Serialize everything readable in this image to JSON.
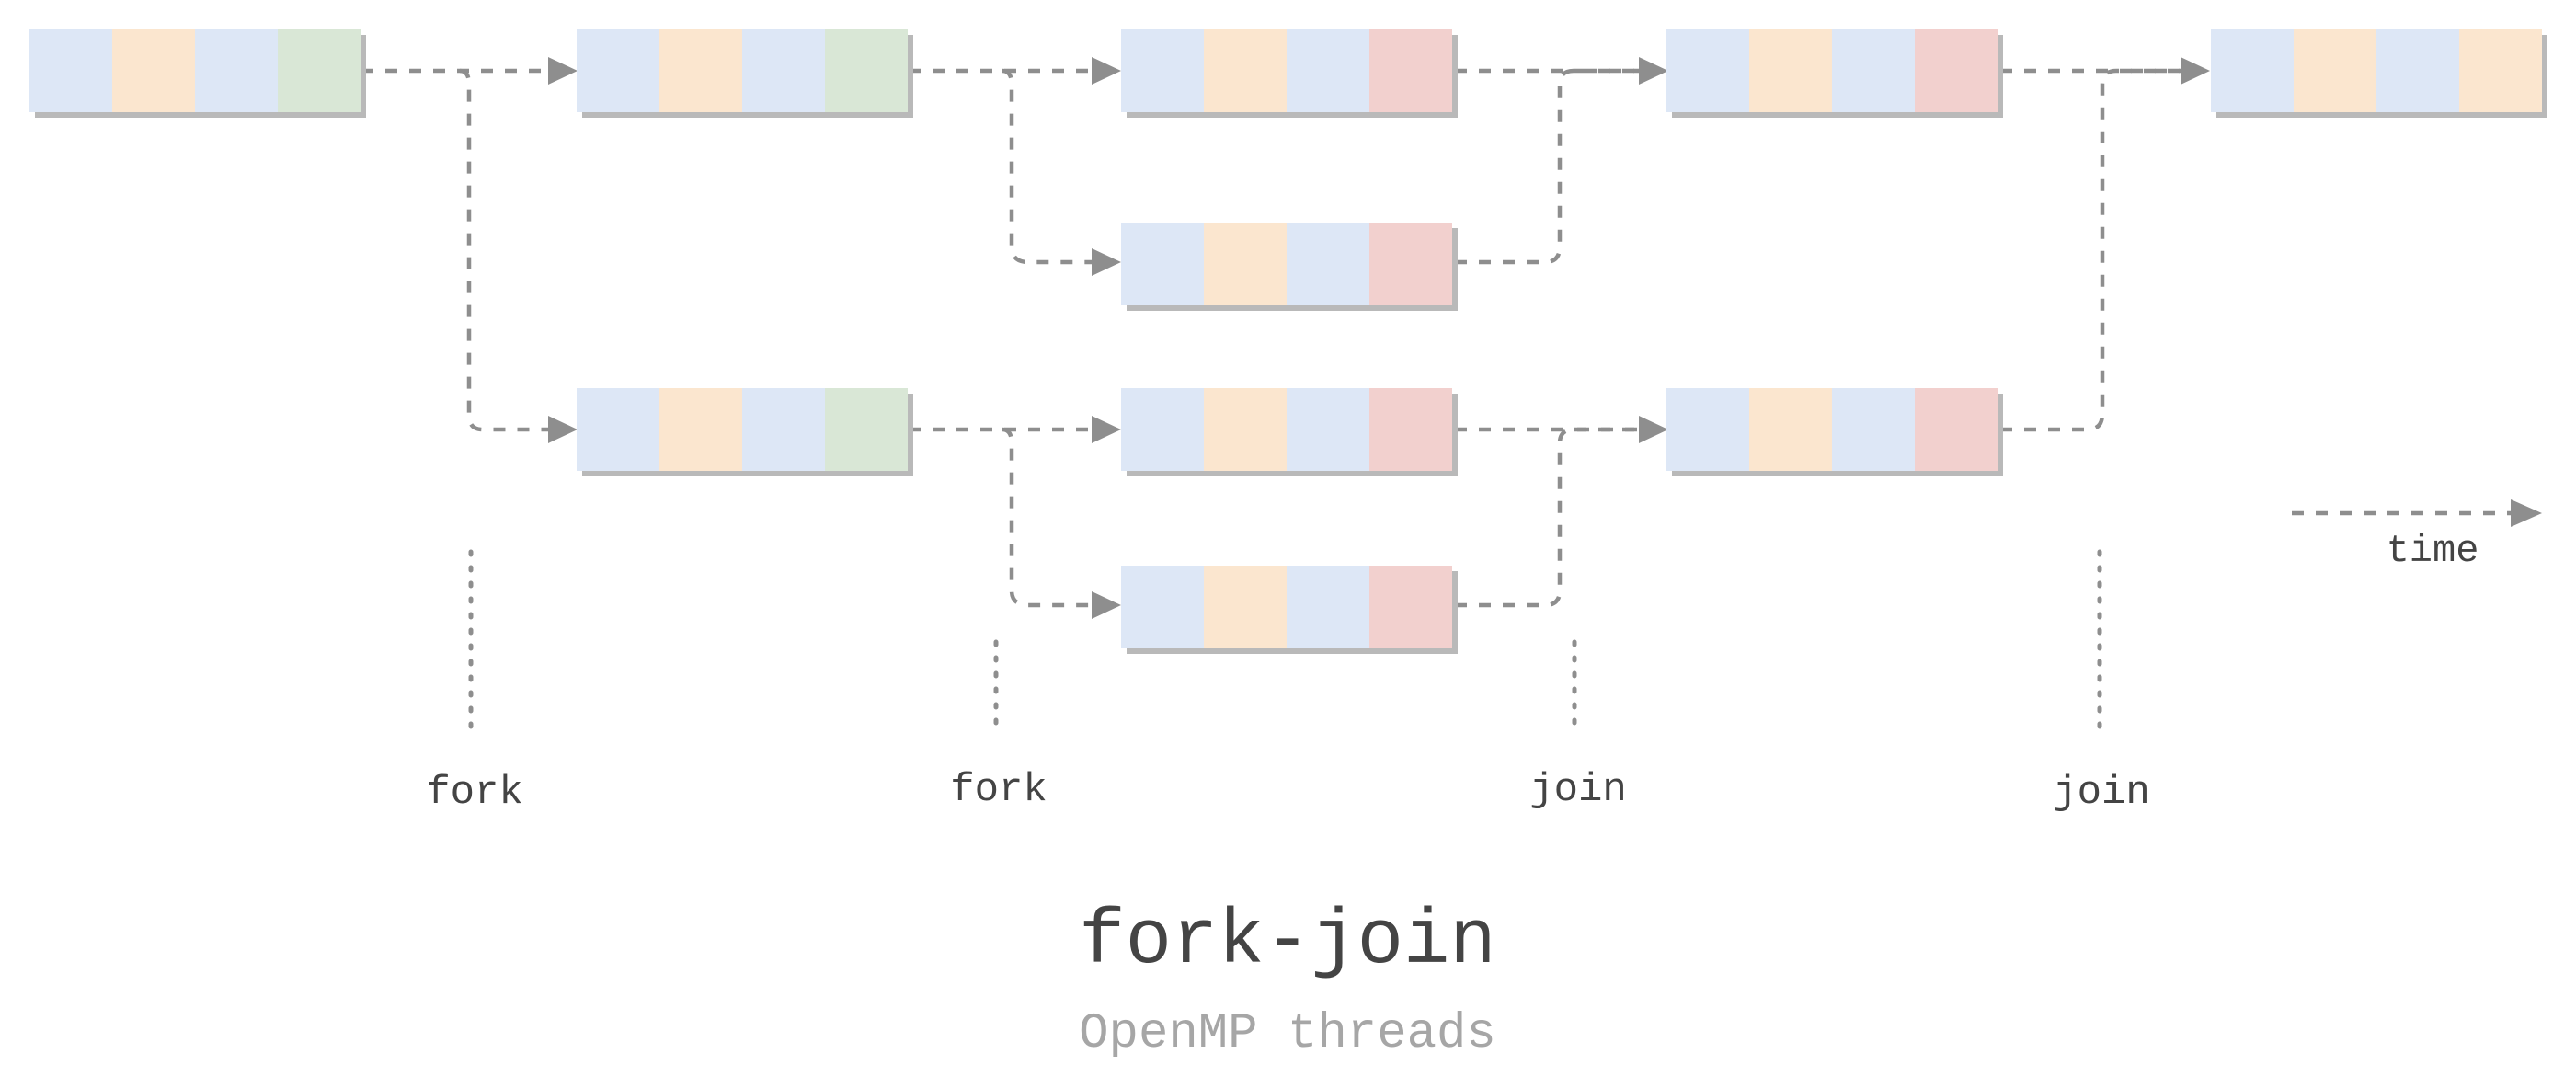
{
  "title": "fork-join",
  "subtitle": "OpenMP threads",
  "time_label": "time",
  "phase_labels": [
    "fork",
    "fork",
    "join",
    "join"
  ],
  "colors": {
    "blue": "#dde7f6",
    "orange": "#fbe6cf",
    "green": "#d9e7d6",
    "red": "#f2d0ce",
    "shadow": "#b9b9b9",
    "arrow": "#8e8e8e",
    "text": "#444444",
    "subtitle": "#a6a6a6"
  },
  "blocks": [
    {
      "id": "master-1",
      "cells": [
        "blue",
        "orange",
        "blue",
        "green"
      ]
    },
    {
      "id": "master-2",
      "cells": [
        "blue",
        "orange",
        "blue",
        "green"
      ]
    },
    {
      "id": "worker-1",
      "cells": [
        "blue",
        "orange",
        "blue",
        "green"
      ]
    },
    {
      "id": "master-3",
      "cells": [
        "blue",
        "orange",
        "blue",
        "red"
      ]
    },
    {
      "id": "thread-2",
      "cells": [
        "blue",
        "orange",
        "blue",
        "red"
      ]
    },
    {
      "id": "worker-2",
      "cells": [
        "blue",
        "orange",
        "blue",
        "red"
      ]
    },
    {
      "id": "thread-4",
      "cells": [
        "blue",
        "orange",
        "blue",
        "red"
      ]
    },
    {
      "id": "master-4",
      "cells": [
        "blue",
        "orange",
        "blue",
        "red"
      ]
    },
    {
      "id": "worker-3",
      "cells": [
        "blue",
        "orange",
        "blue",
        "red"
      ]
    },
    {
      "id": "master-5",
      "cells": [
        "blue",
        "orange",
        "blue",
        "orange"
      ]
    }
  ],
  "flows": [
    {
      "from": "master-1",
      "to": "master-2",
      "kind": "fork"
    },
    {
      "from": "master-1",
      "to": "worker-1",
      "kind": "fork"
    },
    {
      "from": "master-2",
      "to": "master-3",
      "kind": "fork"
    },
    {
      "from": "master-2",
      "to": "thread-2",
      "kind": "fork"
    },
    {
      "from": "worker-1",
      "to": "worker-2",
      "kind": "fork"
    },
    {
      "from": "worker-1",
      "to": "thread-4",
      "kind": "fork"
    },
    {
      "from": "master-3",
      "to": "master-4",
      "kind": "join"
    },
    {
      "from": "thread-2",
      "to": "master-4",
      "kind": "join"
    },
    {
      "from": "worker-2",
      "to": "worker-3",
      "kind": "join"
    },
    {
      "from": "thread-4",
      "to": "worker-3",
      "kind": "join"
    },
    {
      "from": "master-4",
      "to": "master-5",
      "kind": "join"
    },
    {
      "from": "worker-3",
      "to": "master-5",
      "kind": "join"
    }
  ]
}
